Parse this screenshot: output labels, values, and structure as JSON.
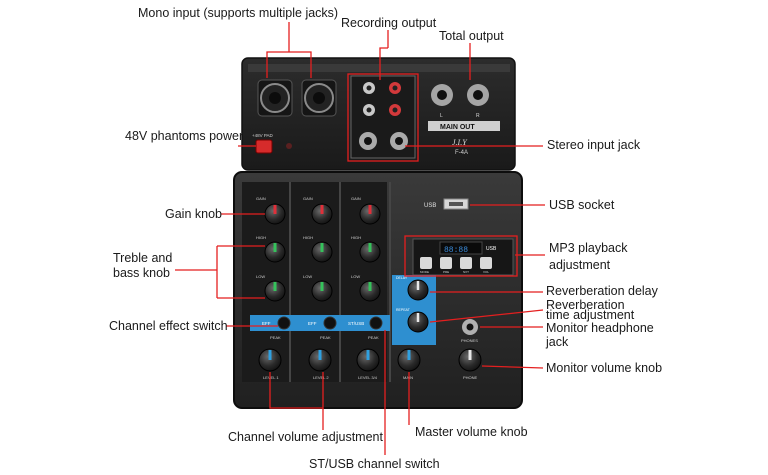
{
  "callouts": {
    "mono_input": "Mono input (supports multiple jacks)",
    "recording_output": "Recording output",
    "total_output": "Total output",
    "phantom_power": "48V phantoms power",
    "stereo_input_jack": "Stereo input jack",
    "gain_knob": "Gain knob",
    "usb_socket": "USB socket",
    "treble_bass_line1": "Treble and",
    "treble_bass_line2": "bass knob",
    "mp3_line1": "MP3 playback",
    "mp3_line2": "adjustment",
    "reverb_delay": "Reverberation delay",
    "reverb_time_line1": "Reverberation",
    "reverb_time_line2": "time adjustment",
    "channel_effect_switch": "Channel effect switch",
    "monitor_headphone_line1": "Monitor headphone",
    "monitor_headphone_line2": "jack",
    "monitor_volume_knob": "Monitor volume knob",
    "channel_volume_adjustment": "Channel volume adjustment",
    "master_volume_knob": "Master volume knob",
    "st_usb_switch": "ST/USB channel switch"
  },
  "device": {
    "brand": "J.I.Y",
    "model": "F-4A",
    "main_out": "MAIN OUT",
    "phantom_label": "+48V PAD",
    "usb_label": "USB",
    "display_digits": "88:88",
    "usb_badge": "USB",
    "mp3_buttons": [
      "MODE",
      "PRE",
      "NXT",
      "VOL"
    ],
    "gain": "GAIN",
    "high": "HIGH",
    "low": "LOW",
    "eff": "EFF",
    "st_usb": "ST/USB",
    "peak": "PEAK",
    "level_labels": [
      "LEVEL 1",
      "LEVEL 2",
      "LEVEL 3/4"
    ],
    "main": "MAIN",
    "phone": "PHONE",
    "phones": "PHONES",
    "delay": "DELAY",
    "repeat": "REPEAT",
    "l": "L",
    "r": "R"
  },
  "colors": {
    "annotation_line": "#e41f1f",
    "device_body": "#2b2b2b",
    "panel_dark": "#1f1f1f",
    "effect_panel": "#2e8fd0",
    "knob_red": "#e0303a",
    "knob_green": "#35c25b",
    "knob_blue": "#2fa0e0"
  }
}
